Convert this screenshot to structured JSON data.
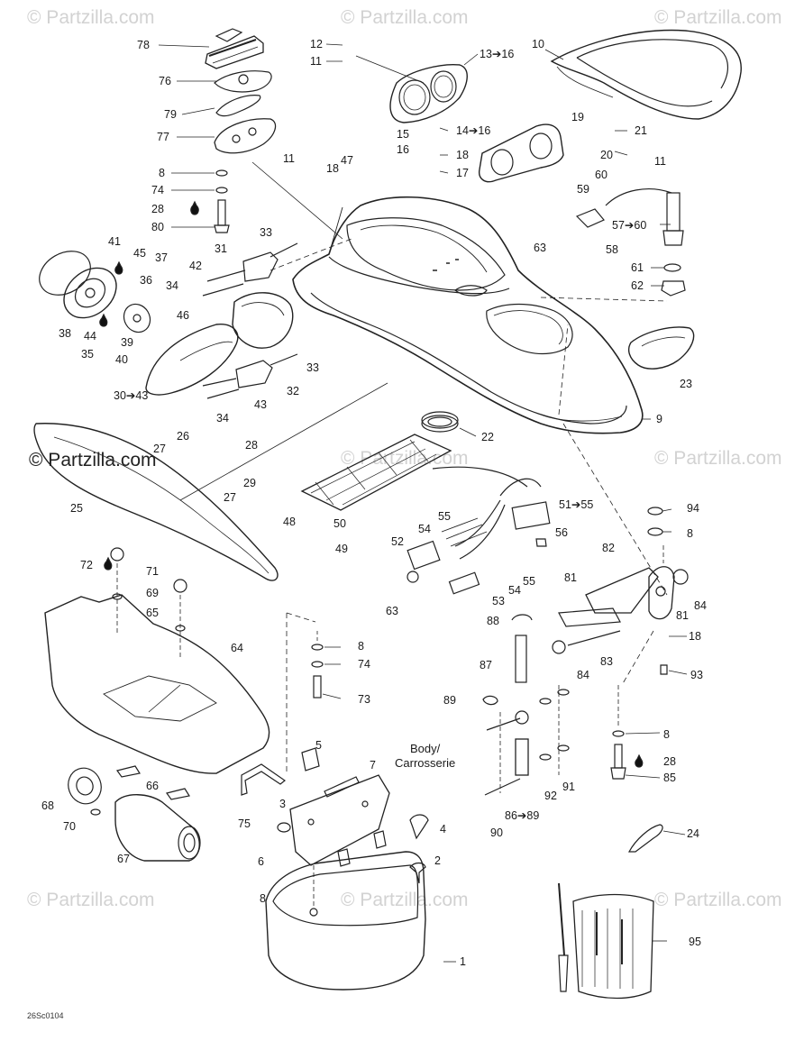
{
  "watermarks": {
    "faint": "© Partzilla.com",
    "main": "© Partzilla.com"
  },
  "diagram_code": "26Sc0104",
  "body_note": [
    "Body/",
    "Carrosserie"
  ],
  "labels": {
    "l78": "78",
    "l76": "76",
    "l79": "79",
    "l77": "77",
    "l8a": "8",
    "l74a": "74",
    "l28a": "28",
    "l80": "80",
    "l12": "12",
    "l11a": "11",
    "l13": "13➔16",
    "l10": "10",
    "l15": "15",
    "l14": "14➔16",
    "l16": "16",
    "l18a": "18",
    "l17": "17",
    "l19": "19",
    "l21": "21",
    "l20": "20",
    "l11b": "11",
    "l11c": "11",
    "l18b": "18",
    "l47": "47",
    "l60a": "60",
    "l59": "59",
    "l57": "57➔60",
    "l63a": "63",
    "l58": "58",
    "l61": "61",
    "l62": "62",
    "l33a": "33",
    "l31": "31",
    "l42": "42",
    "l34a": "34",
    "l46": "46",
    "l41": "41",
    "l45": "45",
    "l37": "37",
    "l36": "36",
    "l38": "38",
    "l44": "44",
    "l39": "39",
    "l35": "35",
    "l40": "40",
    "l30": "30➔43",
    "l33b": "33",
    "l32": "32",
    "l43": "43",
    "l34b": "34",
    "l23": "23",
    "l9": "9",
    "l22": "22",
    "l26": "26",
    "l27a": "27",
    "l28b": "28",
    "l25": "25",
    "l29": "29",
    "l27b": "27",
    "l48": "48",
    "l50": "50",
    "l49": "49",
    "l51": "51➔55",
    "l55a": "55",
    "l54a": "54",
    "l56": "56",
    "l52": "52",
    "l55b": "55",
    "l54b": "54",
    "l53": "53",
    "l63b": "63",
    "l94": "94",
    "l8b": "8",
    "l82": "82",
    "l81a": "81",
    "l84a": "84",
    "l81b": "81",
    "l88": "88",
    "l18c": "18",
    "l83": "83",
    "l84b": "84",
    "l93": "93",
    "l87": "87",
    "l89": "89",
    "l8c": "8",
    "l28c": "28",
    "l85": "85",
    "l90": "90",
    "l86": "86➔89",
    "l92": "92",
    "l91": "91",
    "l72": "72",
    "l71": "71",
    "l69": "69",
    "l65": "65",
    "l64": "64",
    "l8d": "8",
    "l74b": "74",
    "l73": "73",
    "l5": "5",
    "l7": "7",
    "l66": "66",
    "l68": "68",
    "l70": "70",
    "l67": "67",
    "l75": "75",
    "l3": "3",
    "l4": "4",
    "l6": "6",
    "l2": "2",
    "l8e": "8",
    "l1": "1",
    "l24": "24",
    "l95": "95"
  }
}
